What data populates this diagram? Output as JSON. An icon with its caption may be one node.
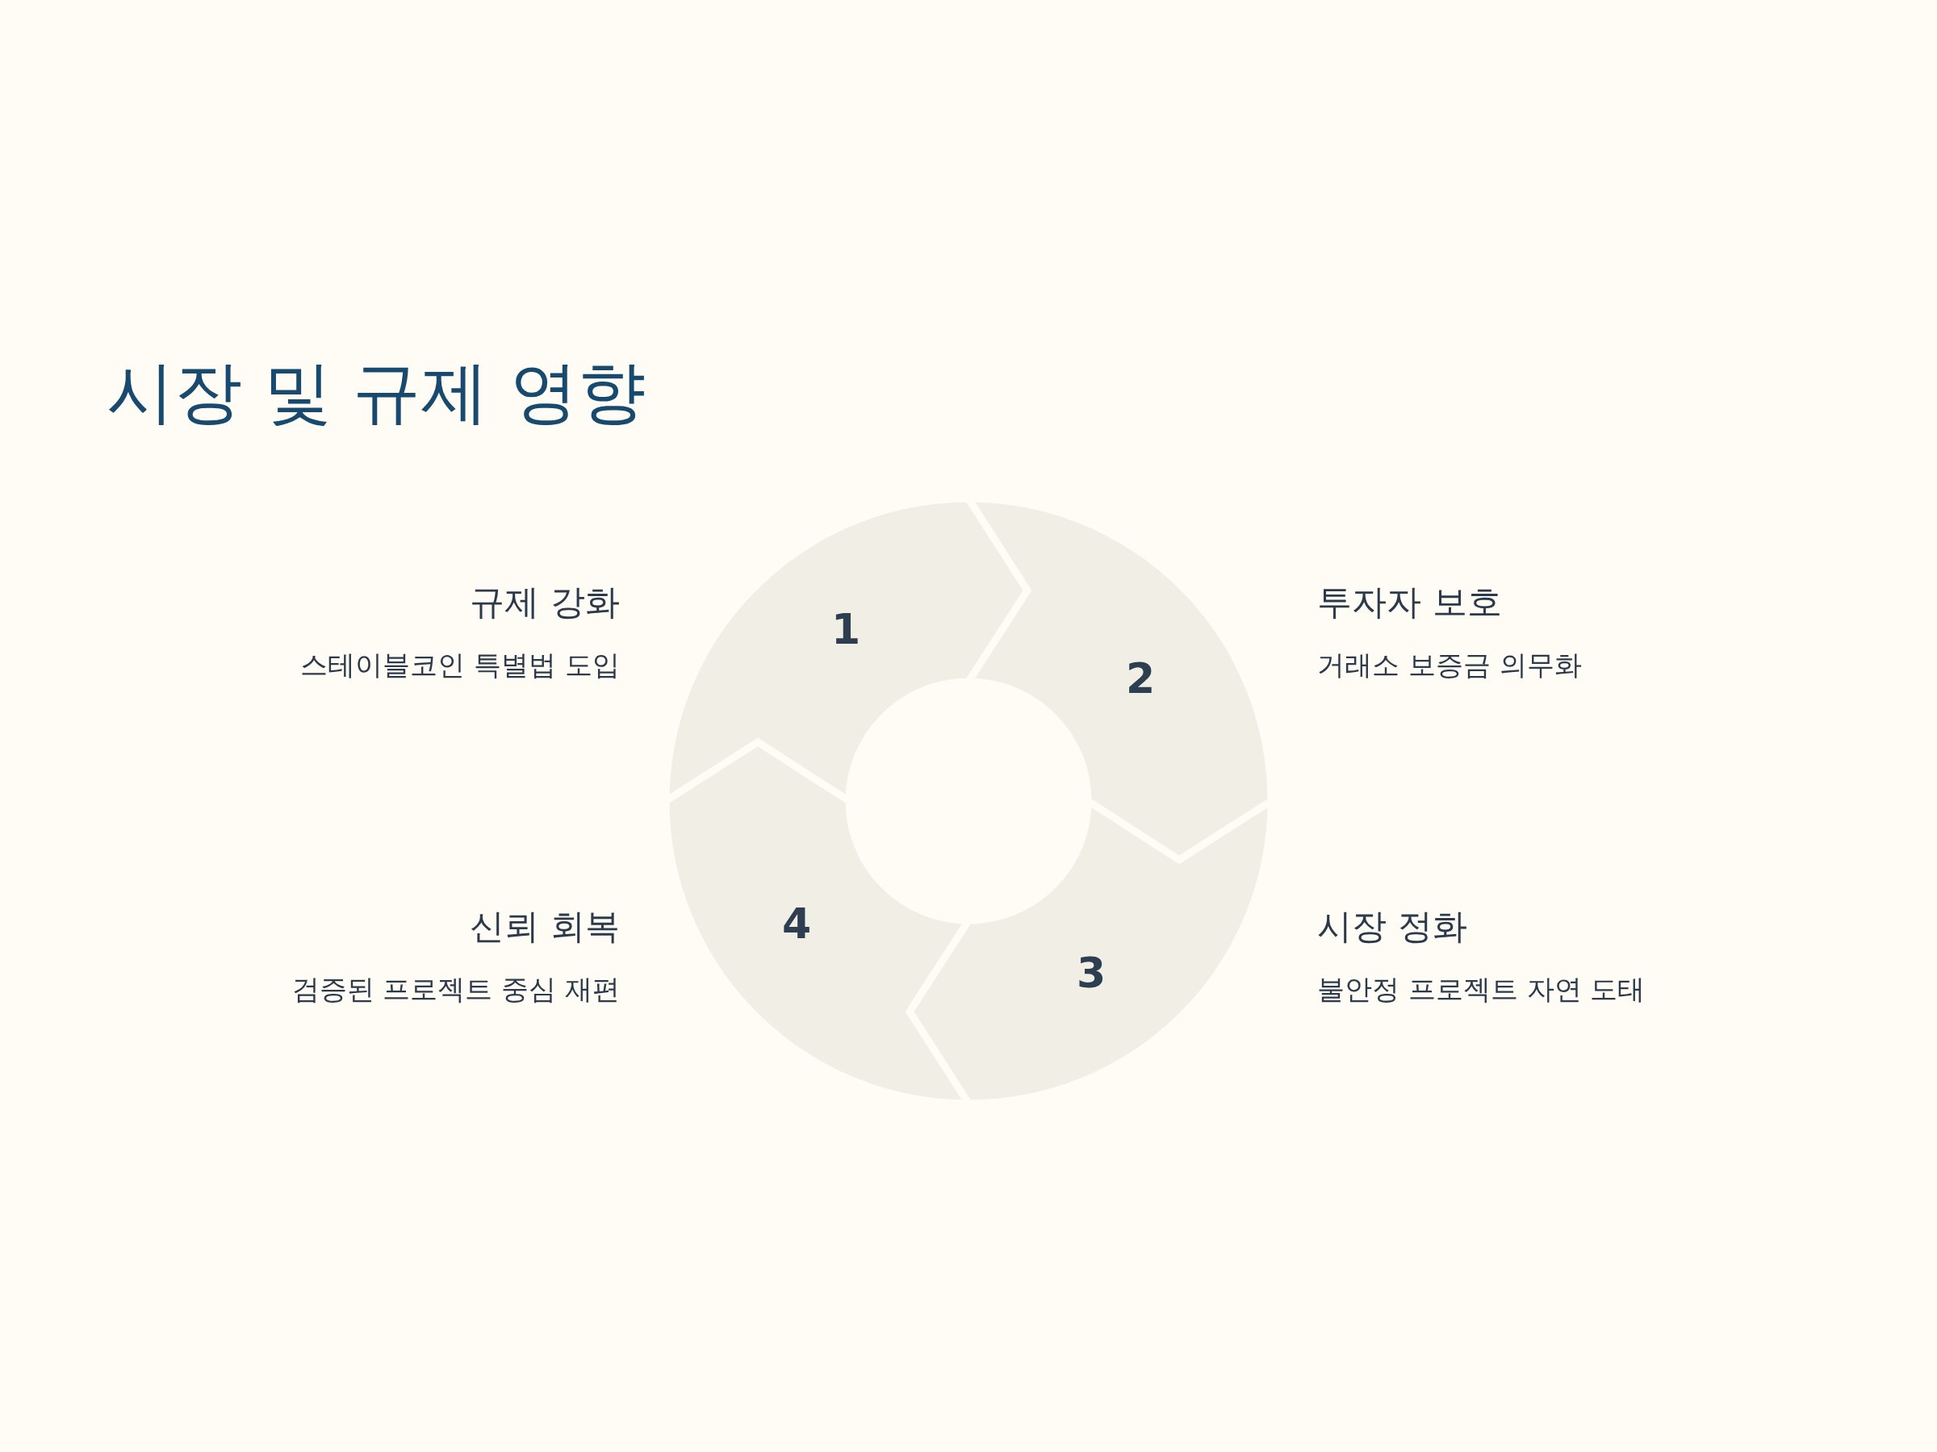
{
  "diagram": {
    "title": "시장 및 규제 영향",
    "nodes": [
      {
        "text": [
          "1"
        ],
        "beside": [
          "규제 강화",
          "스테이블코인 특별법 도입"
        ]
      },
      {
        "text": [
          "2"
        ],
        "beside": [
          "투자자 보호",
          "거래소 보증금 의무화"
        ]
      },
      {
        "text": [
          "3"
        ],
        "beside": [
          "시장 정화",
          "불안정 프로젝트 자연 도태"
        ]
      },
      {
        "text": [
          "4"
        ],
        "beside": [
          "신뢰 회복",
          "검증된 프로젝트 중심 재편"
        ]
      }
    ]
  }
}
